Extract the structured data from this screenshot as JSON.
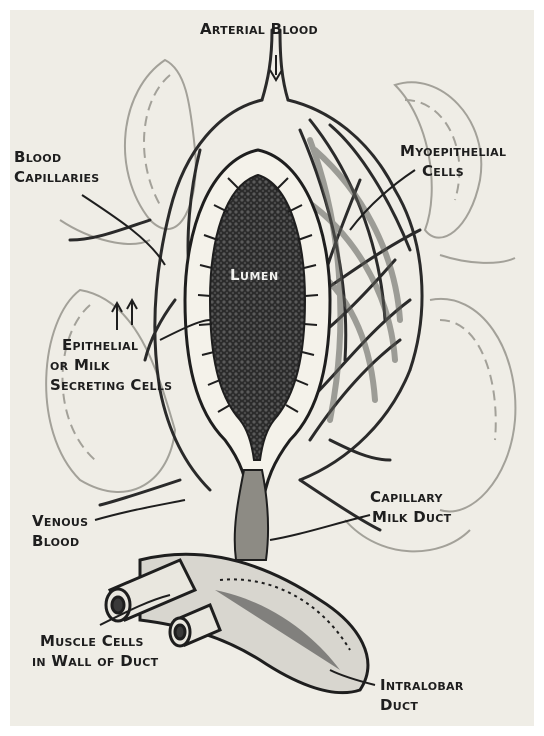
{
  "labels": {
    "arterial_blood": "Arterial Blood",
    "blood_capillaries_1": "Blood",
    "blood_capillaries_2": "Capillaries",
    "myoepithelial_1": "Myoepithelial",
    "myoepithelial_2": "Cells",
    "lumen": "Lumen",
    "epithelial_1": "Epithelial",
    "epithelial_2": "or Milk",
    "epithelial_3": "Secreting Cells",
    "capillary_milk_duct_1": "Capillary",
    "capillary_milk_duct_2": "Milk Duct",
    "venous_1": "Venous",
    "venous_2": "Blood",
    "muscle_1": "Muscle Cells",
    "muscle_2": "in Wall of Duct",
    "intralobar_1": "Intralobar",
    "intralobar_2": "Duct"
  },
  "colors": {
    "paper": "#efede6",
    "ink": "#1e1e1e",
    "lumen_fill": "#2b2b2b",
    "cell_fill": "#f4f2ea"
  }
}
